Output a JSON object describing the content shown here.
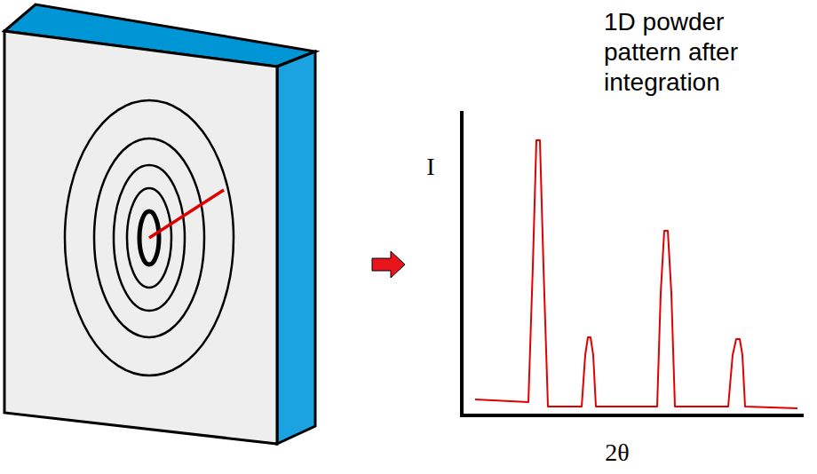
{
  "diagram": {
    "labels": [
      "1D powder pattern after integration",
      "I",
      "2θ"
    ]
  }
}
